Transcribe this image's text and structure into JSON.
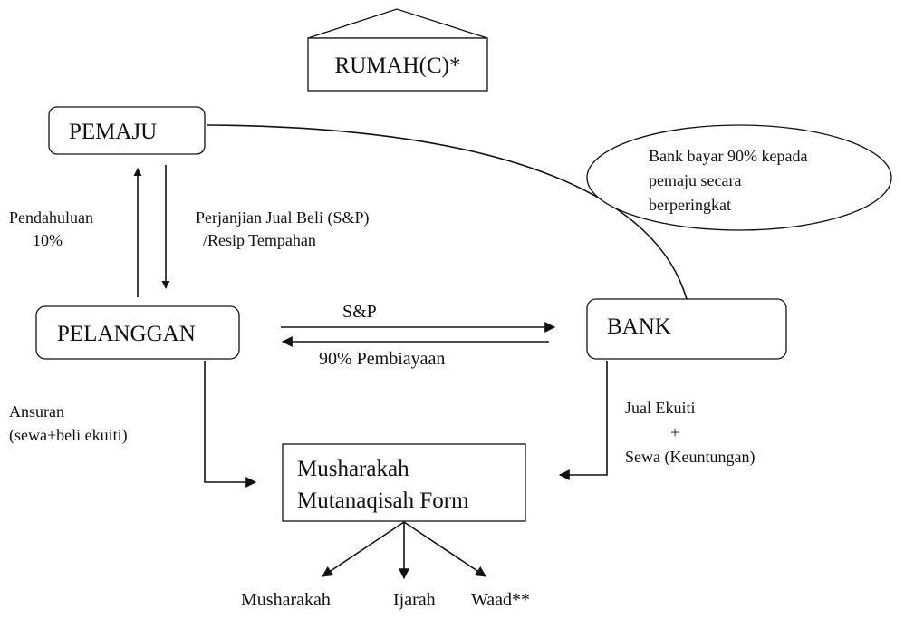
{
  "nodes": {
    "rumah": "RUMAH(C)*",
    "pemaju": "PEMAJU",
    "pelanggan": "PELANGGAN",
    "bank": "BANK",
    "form_line1": "Musharakah",
    "form_line2": "Mutanaqisah Form"
  },
  "note": {
    "line1": "Bank bayar 90% kepada",
    "line2": "pemaju secara",
    "line3": "berperingkat"
  },
  "labels": {
    "pendahuluan_1": "Pendahuluan",
    "pendahuluan_2": "10%",
    "perjanjian_1": "Perjanjian Jual Beli (S&P)",
    "perjanjian_2": "/Resip Tempahan",
    "snp": "S&P",
    "pembiayaan": "90% Pembiayaan",
    "ansuran_1": "Ansuran",
    "ansuran_2": "(sewa+beli ekuiti)",
    "jual_1": "Jual Ekuiti",
    "jual_2": "+",
    "jual_3": "Sewa (Keuntungan)"
  },
  "outcomes": [
    "Musharakah",
    "Ijarah",
    "Waad**"
  ]
}
